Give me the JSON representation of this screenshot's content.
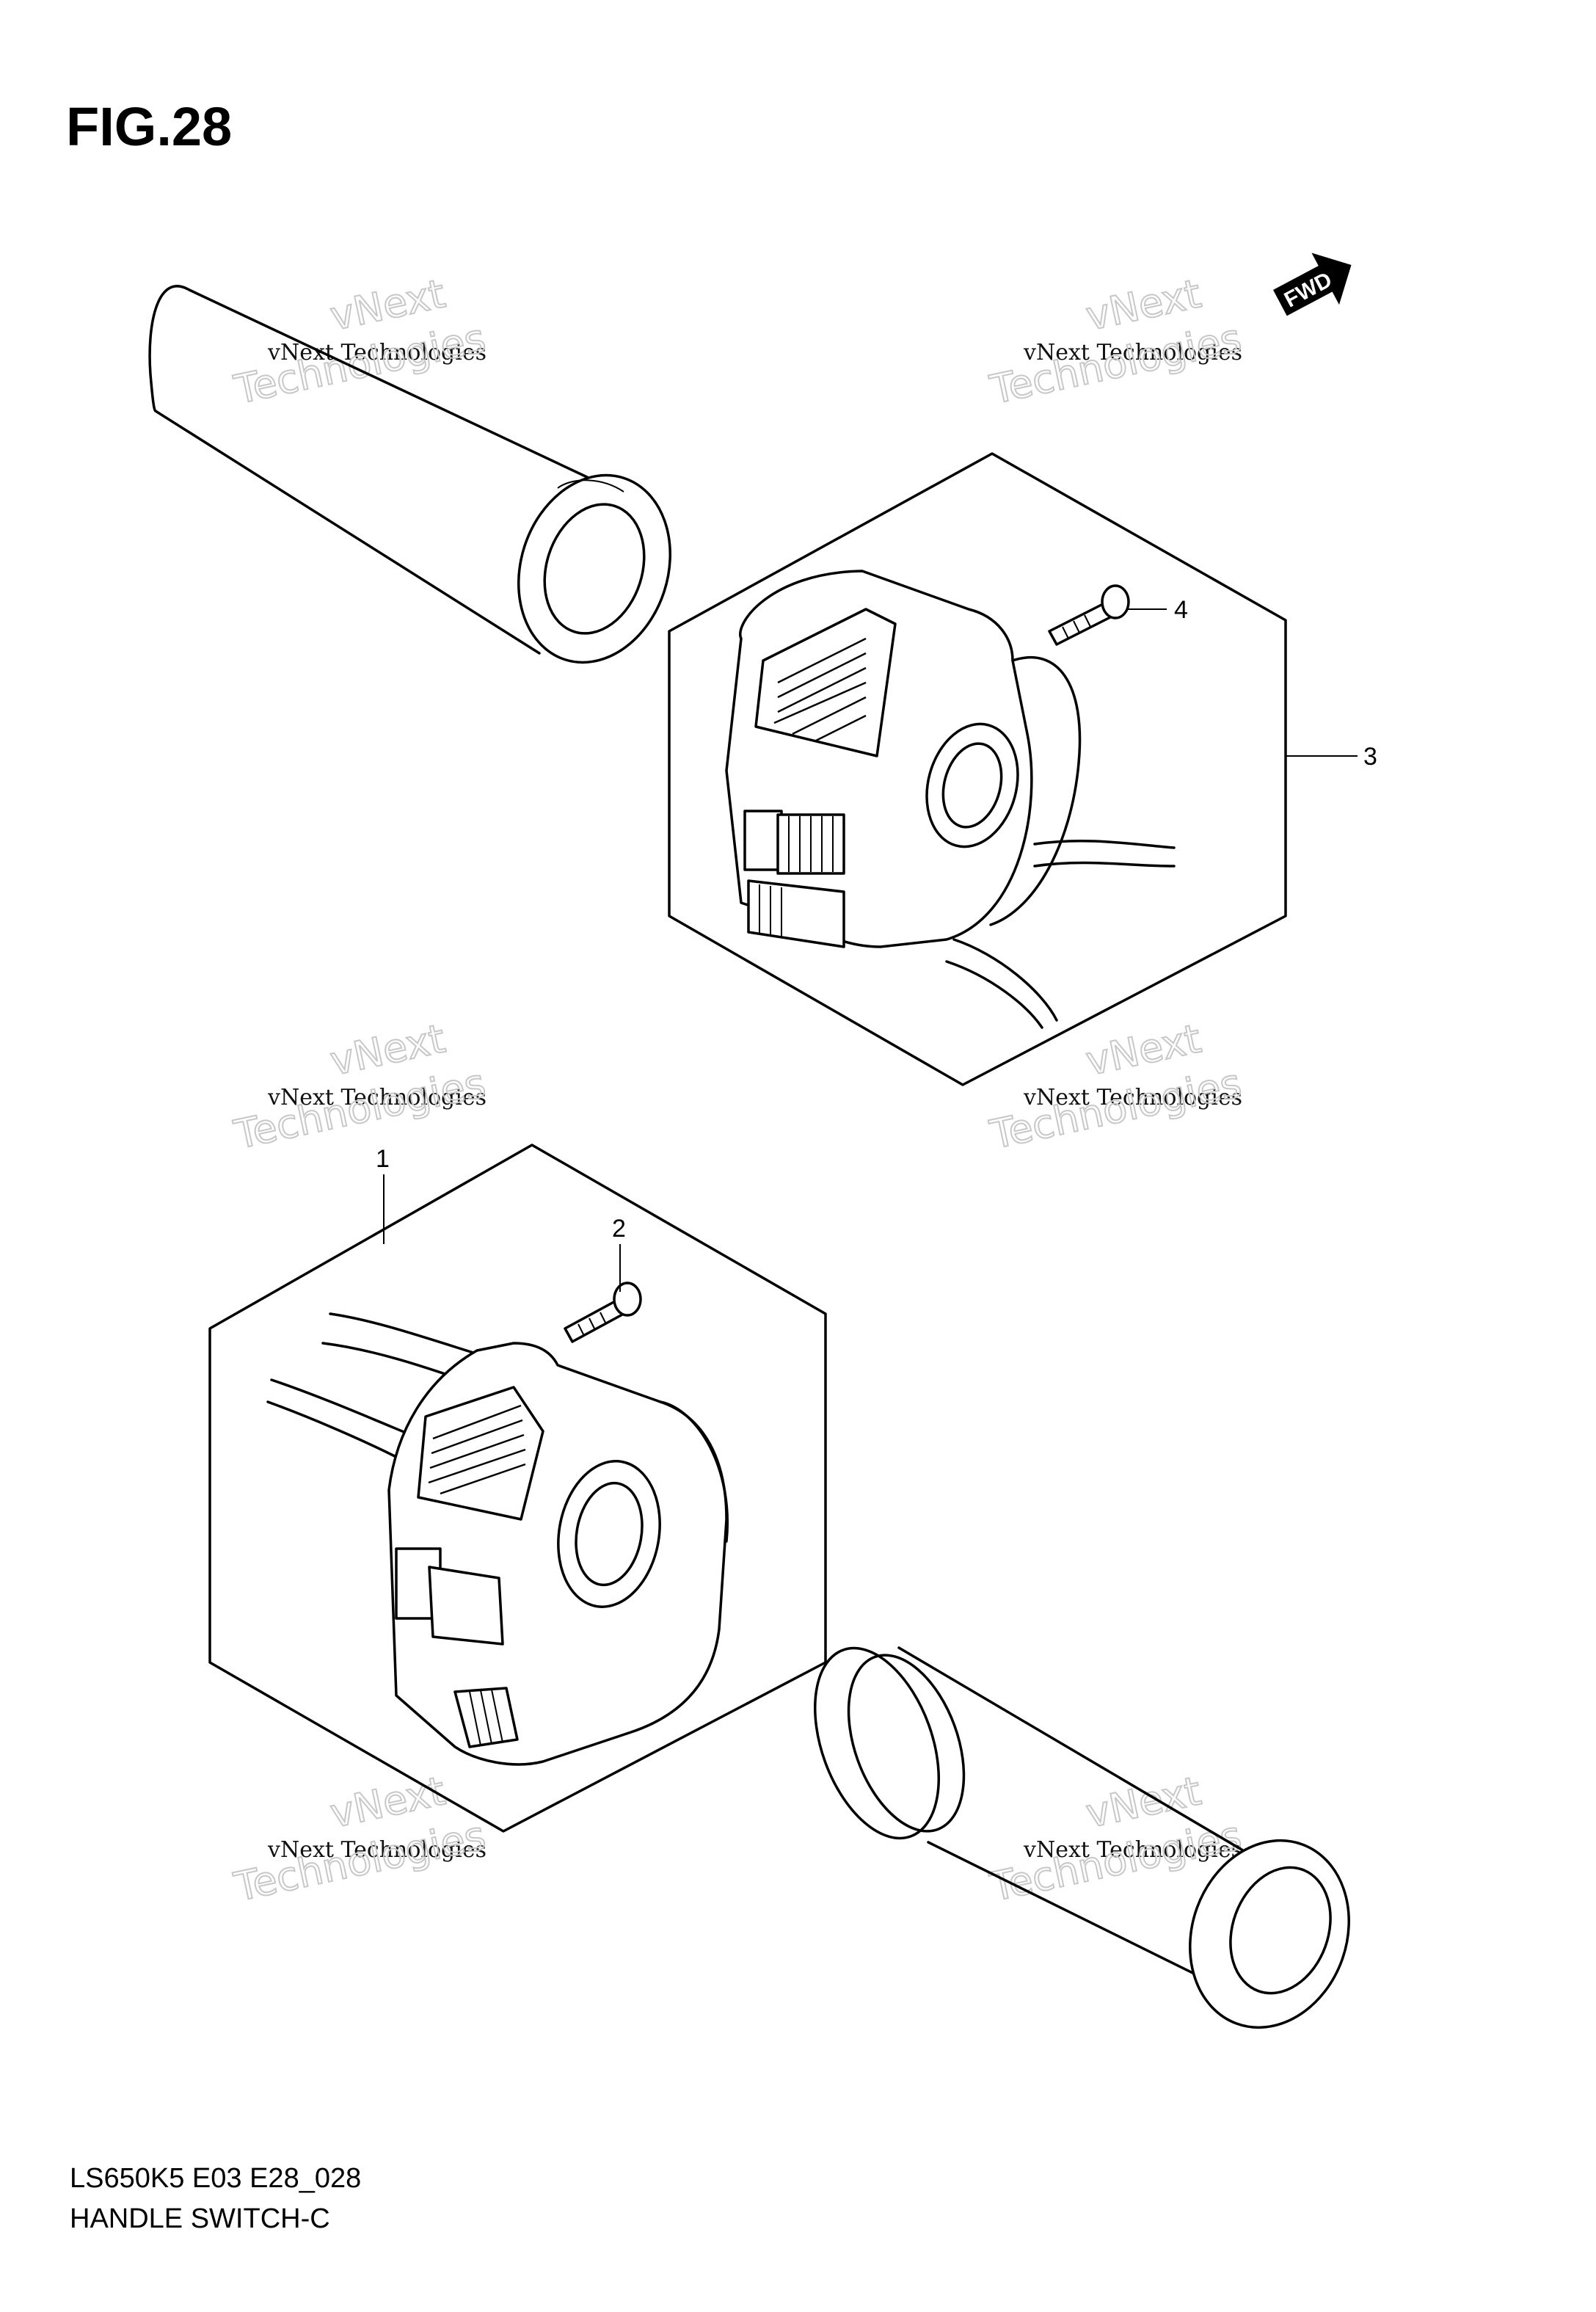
{
  "figure": {
    "title": "FIG.28",
    "fwd_label": "FWD"
  },
  "callouts": [
    {
      "id": "1",
      "label": "1"
    },
    {
      "id": "2",
      "label": "2"
    },
    {
      "id": "3",
      "label": "3"
    },
    {
      "id": "4",
      "label": "4"
    }
  ],
  "watermark": {
    "line1": "vNext Technologies",
    "line2_top": "vNext",
    "line2_bottom": "Technologies"
  },
  "footer": {
    "model_code": "LS650K5 E03 E28_028",
    "part_group": "HANDLE SWITCH-C"
  }
}
